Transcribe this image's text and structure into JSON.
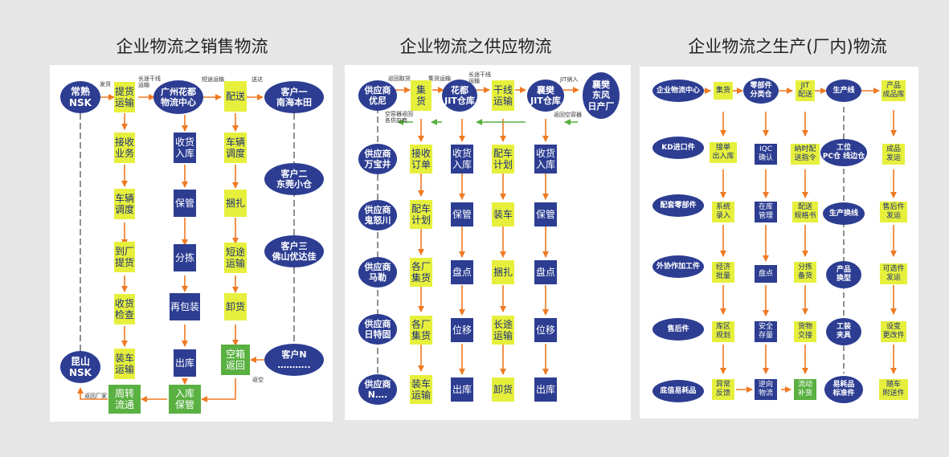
{
  "titles": {
    "sales": "企业物流之销售物流",
    "supply": "企业物流之供应物流",
    "production": "企业物流之生产(厂内)物流"
  },
  "sales": {
    "nsk_top": "常熟\nNSK",
    "nsk_bottom": "昆山\nNSK",
    "hub": "广州花都\n物流中心",
    "customers": [
      "客户一\n南海本田",
      "客户二\n东莞小仓",
      "客户三\n佛山优达佳",
      "客户N\n……….."
    ],
    "col1": [
      "提货\n运输",
      "接收\n业务",
      "车辆\n调度",
      "到厂\n提货",
      "收货\n检查",
      "装车\n运输"
    ],
    "col2": [
      "收货\n入库",
      "保管",
      "分拣",
      "再包装",
      "出库"
    ],
    "col3": [
      "配送",
      "车辆\n调度",
      "捆扎",
      "短途\n运输",
      "卸货",
      "空箱\n返回"
    ],
    "bottom": [
      "周转\n流通",
      "入库\n保管"
    ],
    "labels": {
      "ship": "发货",
      "trunk": "长途干线\n运输",
      "short": "短途运输",
      "deliver": "送达",
      "return_empty": "返空",
      "return_factory": "返回厂家"
    }
  },
  "supply": {
    "suppliers": [
      "供应商\n优尼",
      "供应商\n万宝井",
      "供应商\n鬼怒川",
      "供应商\n马勒",
      "供应商\n日特固",
      "供应商\nN…."
    ],
    "top": [
      "集\n货",
      "花都\nJIT仓库",
      "干线\n运输",
      "襄樊\nJIT仓库",
      "襄樊\n东风\n日产厂"
    ],
    "col1": [
      "接收\n订单",
      "配车\n计划",
      "各厂\n集货",
      "各厂\n集货",
      "装车\n运输"
    ],
    "col2": [
      "收货\n入库",
      "保管",
      "盘点",
      "位移",
      "出库"
    ],
    "col3": [
      "配车\n计划",
      "装车",
      "捆扎",
      "长途\n运输",
      "卸货"
    ],
    "col4": [
      "收货\n入库",
      "保管",
      "盘点",
      "位移",
      "出库"
    ],
    "labels": {
      "pickup": "巡回取货",
      "collect": "集货运输",
      "trunk": "长途干线\n运输",
      "jit_in": "JIT纳入",
      "return_box": "返回空容器",
      "box_back": "空容器返回\n各供应商"
    }
  },
  "production": {
    "left": [
      "企业物流中心",
      "KD进口件",
      "配套零部件",
      "外协作加工件",
      "售后件",
      "底值易耗品"
    ],
    "top": [
      "集货",
      "零部件\n分类仓",
      "JIT\n配送",
      "生产线",
      "产品\n成品库"
    ],
    "c1": [
      "接单\n出入库",
      "系统\n录入",
      "经济\n批量",
      "库区\n规划",
      "异常\n反馈"
    ],
    "c2": [
      "IQC\n确认",
      "在库\n管理",
      "盘点",
      "安全\n存量",
      "逆向\n物流"
    ],
    "c3": [
      "納时配\n送指令",
      "配送\n规格书",
      "分拣\n备货",
      "货物\n交接",
      "流动\n补货"
    ],
    "c4": [
      "工位\nPC仓 线边仓",
      "生产换线",
      "产品\n换型",
      "工装\n夹具",
      "易耗品\n标准件"
    ],
    "c5": [
      "成品\n发运",
      "售后件\n发运",
      "可选件\n发运",
      "设变\n更改件",
      "随车\n附送件"
    ]
  },
  "colors": {
    "arrow": "#ef7a23",
    "navy": "#2c3d92",
    "yellow": "#e6f03c",
    "green": "#5ab142"
  }
}
